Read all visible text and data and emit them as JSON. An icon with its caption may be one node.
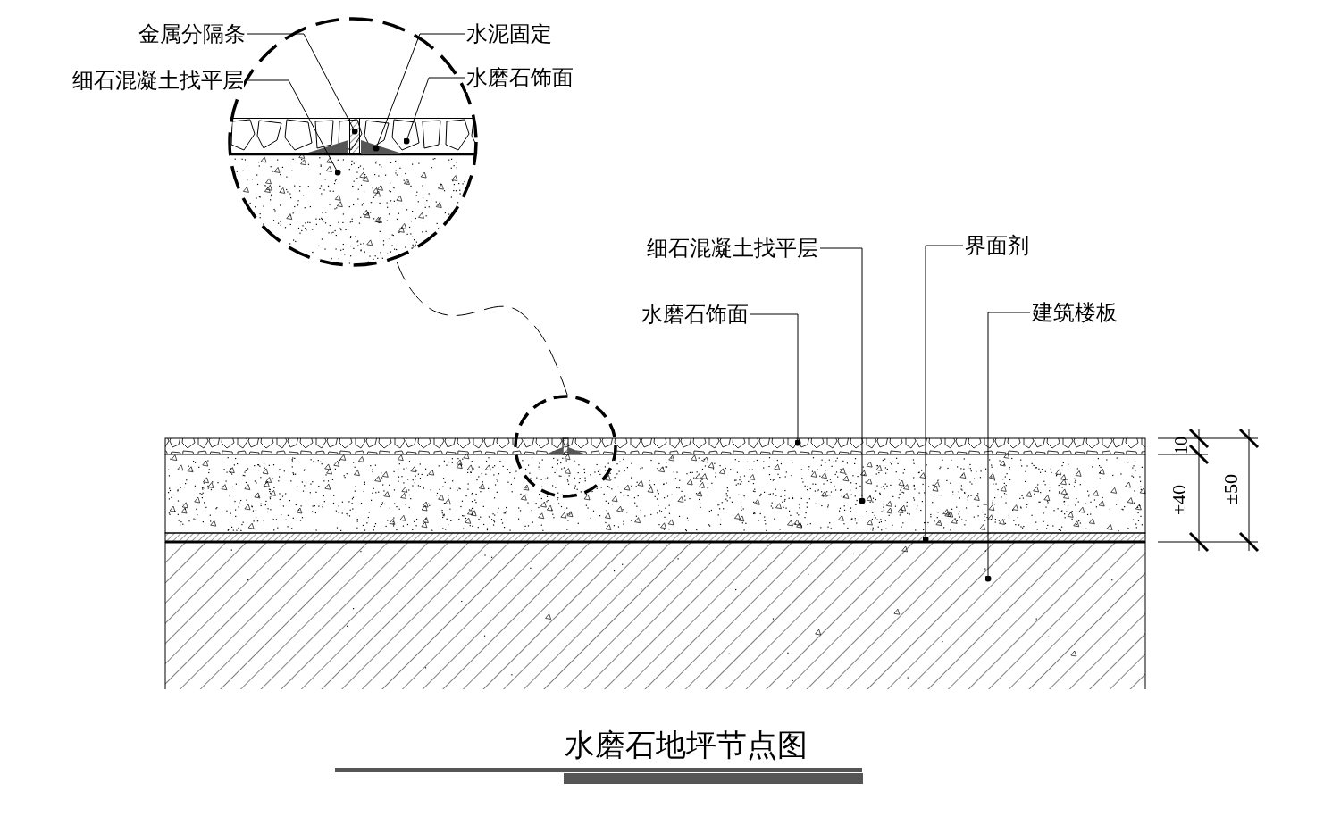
{
  "diagram": {
    "title": "水磨石地坪节点图",
    "nodes": [
      {
        "text": [
          "金属分隔条"
        ]
      },
      {
        "text": [
          "细石混凝土找平层"
        ]
      },
      {
        "text": [
          "水泥固定"
        ]
      },
      {
        "text": [
          "水磨石饰面"
        ]
      },
      {
        "text": [
          "细石混凝土找平层"
        ]
      },
      {
        "text": [
          "界面剂"
        ]
      },
      {
        "text": [
          "水磨石饰面"
        ]
      },
      {
        "text": [
          "建筑楼板"
        ]
      },
      {
        "text": [],
        "shape": "circle"
      },
      {
        "text": [],
        "shape": "circle"
      },
      {
        "text": [],
        "shape": "box",
        "in": 8
      },
      {
        "text": [],
        "shape": "box",
        "in": 8
      },
      {
        "text": [],
        "shape": "bar",
        "in": 10
      },
      {
        "text": [],
        "shape": "triangle",
        "in": 10
      }
    ],
    "edges": [
      {
        "from": 0,
        "to": 12,
        "arrow": "other"
      },
      {
        "from": 1,
        "to": 11,
        "arrow": "other"
      },
      {
        "from": 2,
        "to": 13,
        "arrow": "other"
      },
      {
        "from": 3,
        "to": 10,
        "arrow": "other"
      },
      {
        "from": 4,
        "to": null,
        "arrow": "other"
      },
      {
        "from": 5,
        "to": null,
        "arrow": "other"
      },
      {
        "from": 6,
        "to": null,
        "arrow": "other"
      },
      {
        "from": 7,
        "to": null,
        "arrow": "other"
      },
      {
        "from": 9,
        "to": 8,
        "arrow": "none",
        "style": "dashed"
      }
    ],
    "labels": [
      "10",
      "±40",
      "±50"
    ]
  }
}
